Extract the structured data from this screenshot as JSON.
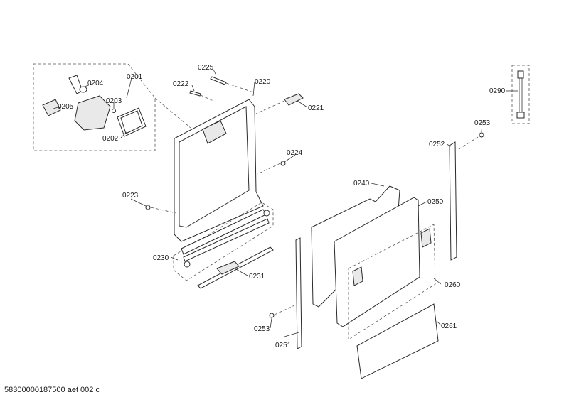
{
  "footer": {
    "code": "58300000187500 aet 002 c"
  },
  "labels": {
    "p0201": "0201",
    "p0202": "0202",
    "p0203": "0203",
    "p0204": "0204",
    "p0205": "0205",
    "p0220": "0220",
    "p0221": "0221",
    "p0222": "0222",
    "p0223": "0223",
    "p0224": "0224",
    "p0225": "0225",
    "p0230": "0230",
    "p0231": "0231",
    "p0240": "0240",
    "p0250": "0250",
    "p0251": "0251",
    "p0252": "0252",
    "p0253a": "0253",
    "p0253b": "0253",
    "p0260": "0260",
    "p0261": "0261",
    "p0290": "0290"
  }
}
